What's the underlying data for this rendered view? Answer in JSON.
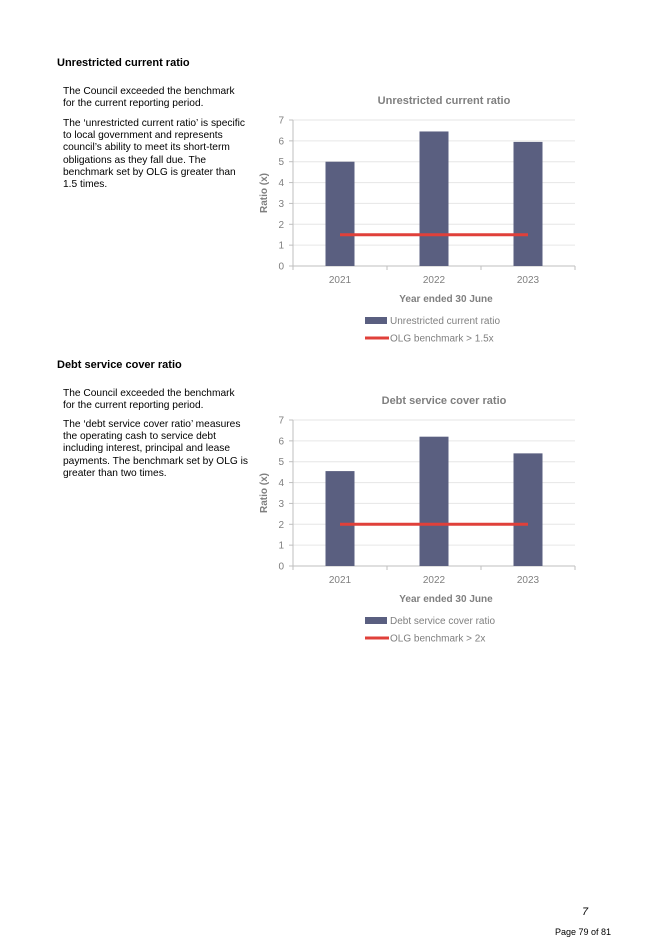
{
  "section1": {
    "title": "Unrestricted current ratio",
    "para1": "The Council exceeded the benchmark for the current reporting period.",
    "para2": "The ‘unrestricted current ratio’ is specific to local government and represents council’s ability to meet its short-term obligations as they fall due. The benchmark set by OLG is greater than 1.5 times."
  },
  "section2": {
    "title": "Debt service cover ratio",
    "para1": "The Council exceeded the benchmark for the current reporting period.",
    "para2": "The ‘debt service cover ratio’ measures the operating cash to service debt including interest, principal and lease payments. The benchmark set by OLG is greater than two times."
  },
  "footer": {
    "page_number": "7",
    "page_of": "Page 79 of 81"
  },
  "colors": {
    "bar": "#5a5f80",
    "benchmark": "#e0403a",
    "axis": "#bfbfbf",
    "grid": "#e6e6e6",
    "text": "#7f7f7f"
  },
  "chart_data": [
    {
      "type": "bar",
      "title": "Unrestricted current ratio",
      "xlabel": "Year ended 30 June",
      "ylabel": "Ratio (x)",
      "categories": [
        "2021",
        "2022",
        "2023"
      ],
      "ylim": [
        0,
        7
      ],
      "yticks": [
        0,
        1,
        2,
        3,
        4,
        5,
        6,
        7
      ],
      "series": [
        {
          "name": "Unrestricted current ratio",
          "kind": "bar",
          "values": [
            5.0,
            6.45,
            5.95
          ]
        },
        {
          "name": "OLG benchmark > 1.5x",
          "kind": "line",
          "values": [
            1.5,
            1.5,
            1.5
          ]
        }
      ],
      "grid": true,
      "legend": "bottom"
    },
    {
      "type": "bar",
      "title": "Debt service cover ratio",
      "xlabel": "Year ended 30 June",
      "ylabel": "Ratio (x)",
      "categories": [
        "2021",
        "2022",
        "2023"
      ],
      "ylim": [
        0,
        7
      ],
      "yticks": [
        0,
        1,
        2,
        3,
        4,
        5,
        6,
        7
      ],
      "series": [
        {
          "name": "Debt service cover ratio",
          "kind": "bar",
          "values": [
            4.55,
            6.2,
            5.4
          ]
        },
        {
          "name": "OLG benchmark > 2x",
          "kind": "line",
          "values": [
            2,
            2,
            2
          ]
        }
      ],
      "grid": true,
      "legend": "bottom"
    }
  ]
}
